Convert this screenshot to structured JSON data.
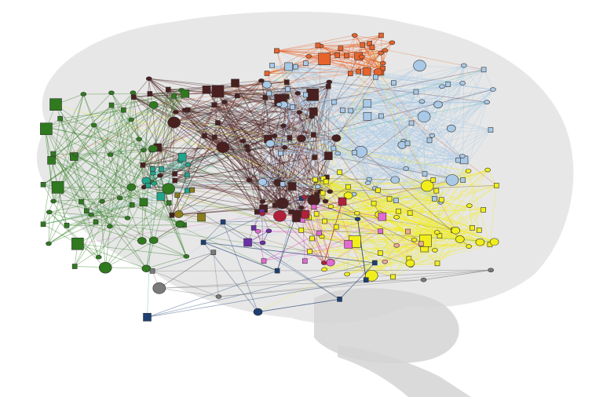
{
  "figure": {
    "background": "#ffffff",
    "brain_fill": "#e3e3e3",
    "brain_shade": "#d4d4d4",
    "edge_opacity": 0.45
  },
  "modules": [
    {
      "id": "orange",
      "color": "#e8632b"
    },
    {
      "id": "dark-brown",
      "color": "#4a1f1f"
    },
    {
      "id": "light-blue",
      "color": "#a9c9e6"
    },
    {
      "id": "yellow",
      "color": "#f2ee1c"
    },
    {
      "id": "dark-green",
      "color": "#2f7a1e"
    },
    {
      "id": "teal",
      "color": "#1fa58a"
    },
    {
      "id": "pink",
      "color": "#e36ad2"
    },
    {
      "id": "purple",
      "color": "#6b2fa6"
    },
    {
      "id": "navy",
      "color": "#1d3f73"
    },
    {
      "id": "crimson",
      "color": "#b0203a"
    },
    {
      "id": "olive",
      "color": "#8a7d1a"
    },
    {
      "id": "salmon",
      "color": "#f0a896"
    },
    {
      "id": "grey",
      "color": "#7a7a7a"
    }
  ]
}
